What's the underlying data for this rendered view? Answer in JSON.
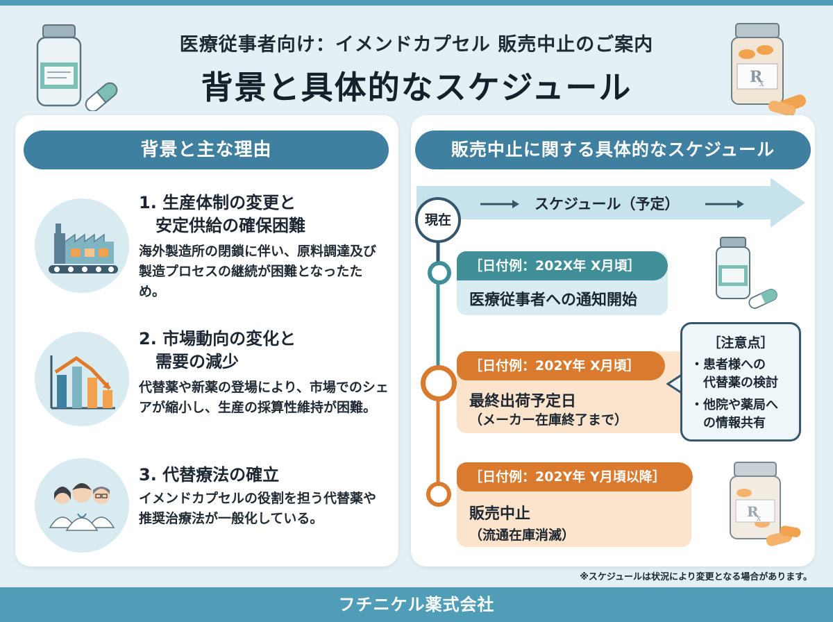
{
  "header": {
    "subtitle": "医療従事者向け：イメンドカプセル 販売中止のご案内",
    "title": "背景と具体的なスケジュール"
  },
  "left_panel": {
    "heading": "背景と主な理由",
    "reasons": [
      {
        "title": "1. 生産体制の変更と\n　安定供給の確保困難",
        "body": "海外製造所の閉鎖に伴い、原料調達及び製造プロセスの継続が困難となったため。",
        "icon": "factory-icon"
      },
      {
        "title": "2. 市場動向の変化と\n　需要の減少",
        "body": "代替薬や新薬の登場により、市場でのシェアが縮小し、生産の採算性維持が困難。",
        "icon": "declining-chart-icon"
      },
      {
        "title": "3. 代替療法の確立",
        "body": "イメンドカプセルの役割を担う代替薬や推奨治療法が一般化している。",
        "icon": "medical-staff-icon"
      }
    ]
  },
  "right_panel": {
    "heading": "販売中止に関する具体的なスケジュール",
    "now_label": "現在",
    "arrow_label": "スケジュール（予定）",
    "steps": [
      {
        "tag": "［日付例：202X年 X月頃］",
        "main": "医療従事者への通知開始",
        "sub": ""
      },
      {
        "tag": "［日付例：202Y年 X月頃］",
        "main": "最終出荷予定日",
        "sub": "（メーカー在庫終了まで）"
      },
      {
        "tag": "［日付例：202Y年 Y月頃以降］",
        "main": "販売中止",
        "sub": "（流通在庫消滅）"
      }
    ],
    "note": {
      "title": "［注意点］",
      "items": [
        "・患者様への\n　代替薬の検討",
        "・他院や薬局へ\n　の情報共有"
      ]
    }
  },
  "footnote": "※スケジュールは状況により変更となる場合があります。",
  "footer": "フチニケル薬式会社",
  "colors": {
    "accent_blue": "#3f7f9f",
    "teal": "#3f8e98",
    "orange": "#d97a2e",
    "footer": "#4f9db6"
  }
}
